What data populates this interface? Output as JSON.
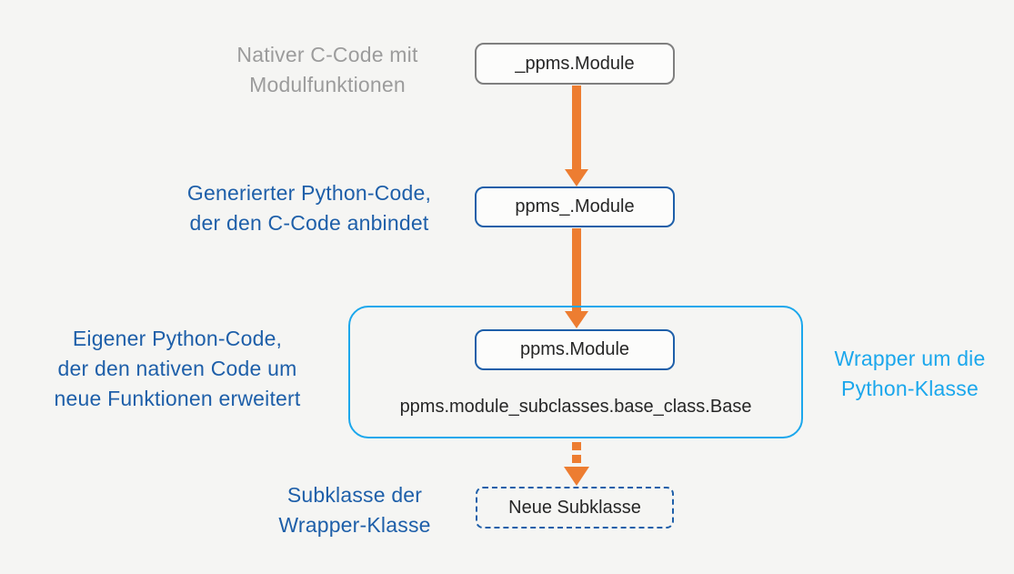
{
  "diagram": {
    "side_labels": {
      "native_c": {
        "lines": [
          "Nativer C-Code mit",
          "Modulfunktionen"
        ]
      },
      "generated_python": {
        "lines": [
          "Generierter Python-Code,",
          "der den C-Code anbindet"
        ]
      },
      "own_python": {
        "lines": [
          "Eigener Python-Code,",
          "der den nativen Code um",
          "neue Funktionen erweitert"
        ]
      },
      "wrapper": {
        "lines": [
          "Wrapper um die",
          "Python-Klasse"
        ]
      },
      "subclass": {
        "lines": [
          "Subklasse der",
          "Wrapper-Klasse"
        ]
      }
    },
    "nodes": {
      "native_module": "_ppms.Module",
      "generated_module": "ppms_.Module",
      "wrapper_module": "ppms.Module",
      "base_class_path": "ppms.module_subclasses.base_class.Base",
      "new_subclass": "Neue Subklasse"
    },
    "arrows": [
      {
        "name": "native-to-generated",
        "style": "solid"
      },
      {
        "name": "generated-to-wrapper",
        "style": "solid"
      },
      {
        "name": "wrapper-to-subclass",
        "style": "dashed"
      }
    ],
    "colors": {
      "background": "#F5F5F3",
      "box_fill": "#FCFCFB",
      "gray_border": "#7F7F7F",
      "gray_text": "#9C9C9C",
      "dark_blue": "#1E5FA9",
      "cyan": "#1BA7EC",
      "orange": "#ED7D31",
      "box_text": "#262626"
    }
  }
}
